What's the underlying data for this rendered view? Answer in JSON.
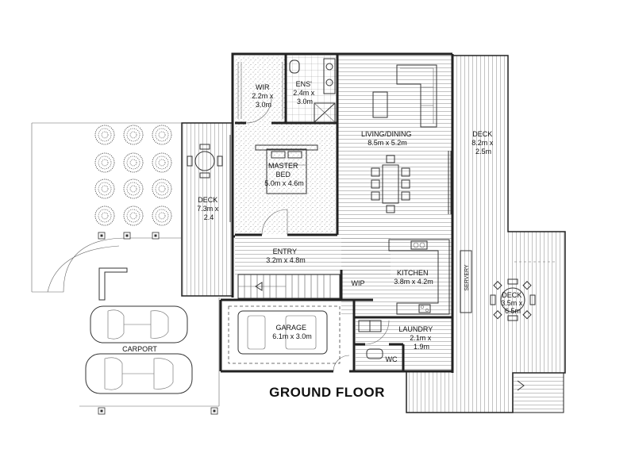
{
  "plan": {
    "title": "GROUND FLOOR"
  },
  "rooms": {
    "wir": {
      "name": "WIR",
      "size": [
        "2.2m x",
        "3.0m"
      ]
    },
    "ens": {
      "name": "ENS'",
      "size": [
        "2.4m x",
        "3.0m"
      ]
    },
    "living": {
      "name": "LIVING/DINING",
      "size": [
        "8.5m x 5.2m"
      ]
    },
    "deck_e": {
      "name": "DECK",
      "size": [
        "8.2m x",
        "2.5m"
      ]
    },
    "master": {
      "name": [
        "MASTER",
        "BED"
      ],
      "size": [
        "5.0m x 4.6m"
      ]
    },
    "deck_w": {
      "name": "DECK",
      "size": [
        "7.3m x",
        "2.4"
      ]
    },
    "entry": {
      "name": "ENTRY",
      "size": [
        "3.2m x 4.8m"
      ]
    },
    "wip": {
      "name": "WIP"
    },
    "kitchen": {
      "name": "KITCHEN",
      "size": [
        "3.8m x 4.2m"
      ]
    },
    "servery": {
      "name": "SERVERY"
    },
    "deck_se": {
      "name": "DECK",
      "size": [
        "3.5m x",
        "6.5m"
      ]
    },
    "garage": {
      "name": "GARAGE",
      "size": [
        "6.1m x 3.0m"
      ]
    },
    "laundry": {
      "name": "LAUNDRY",
      "size": [
        "2.1m x",
        "1.9m"
      ]
    },
    "wc": {
      "name": "WC"
    },
    "carport": {
      "name": "CARPORT"
    }
  }
}
